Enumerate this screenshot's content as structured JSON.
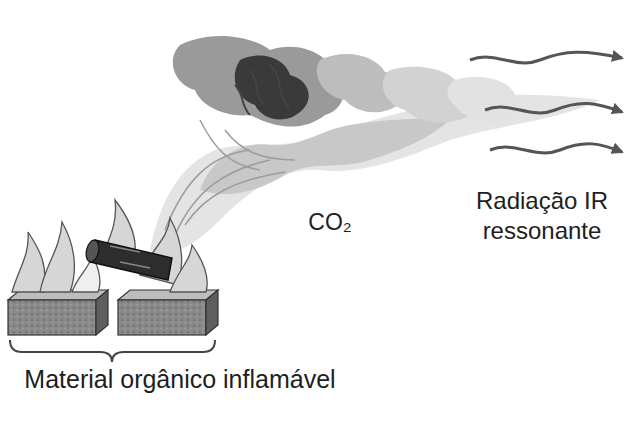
{
  "diagram": {
    "labels": [
      "CO₂",
      "Radiação IR ressonante",
      "Material orgânico inflamável"
    ]
  }
}
